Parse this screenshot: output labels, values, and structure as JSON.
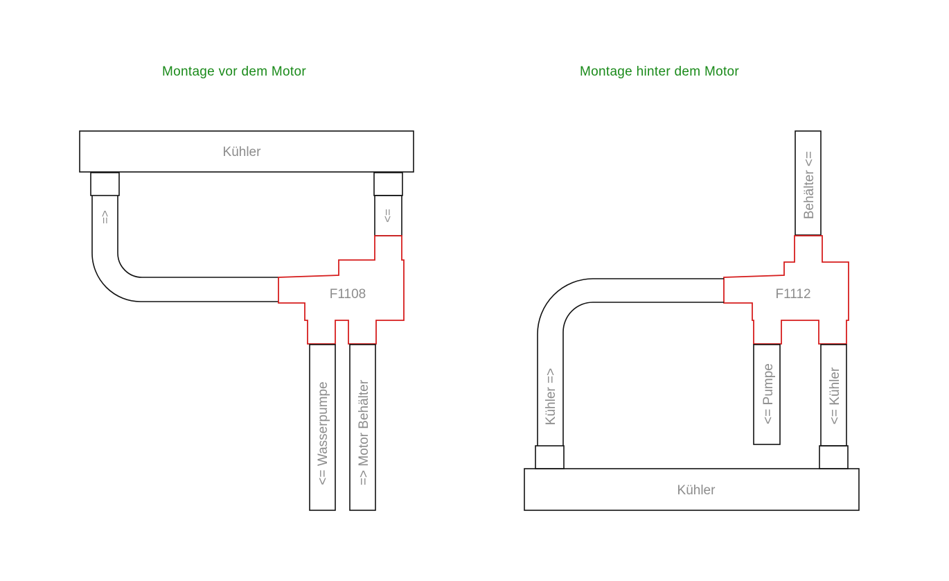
{
  "left": {
    "title": "Montage vor dem Motor",
    "radiator_label": "Kühler",
    "part_label": "F1108",
    "pipe_left_label": "<=",
    "pipe_right_label": "=>",
    "pipe_pump_label": "<= Wasserpumpe",
    "pipe_tank_label": "=> Motor Behälter"
  },
  "right": {
    "title": "Montage hinter dem Motor",
    "radiator_label": "Kühler",
    "part_label": "F1112",
    "pipe_tank_label": "Behälter <=",
    "pipe_left_label": "Kühler =>",
    "pipe_pump_label": "<= Pumpe",
    "pipe_right_label": "<= Kühler"
  },
  "colors": {
    "title": "#1a8a1a",
    "outline": "#111111",
    "connector": "#d61d1d",
    "label": "#8c8c8c"
  }
}
